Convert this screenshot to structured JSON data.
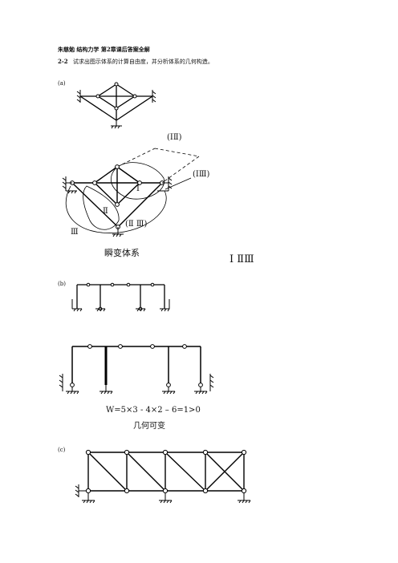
{
  "header": {
    "title": "朱慈勉 结构力学 第2章课后答案全解"
  },
  "problem": {
    "number": "2-2",
    "statement": "试求出图示体系的计算自由度，并分析体系的几何构造。"
  },
  "parts": {
    "a": {
      "label": "(a)",
      "rigid_body_labels": [
        "Ⅰ",
        "Ⅱ",
        "Ⅲ"
      ],
      "hinge_labels": [
        "(ⅠⅡ)",
        "(ⅠⅢ)",
        "(Ⅱ Ⅲ)"
      ],
      "conclusion": "瞬变体系",
      "conclusion_note": "Ⅰ ⅡⅢ"
    },
    "b": {
      "label": "(b)",
      "formula": "W=5×3 - 4×2 – 6=1>0",
      "conclusion": "几何可变"
    },
    "c": {
      "label": "(c)"
    }
  }
}
